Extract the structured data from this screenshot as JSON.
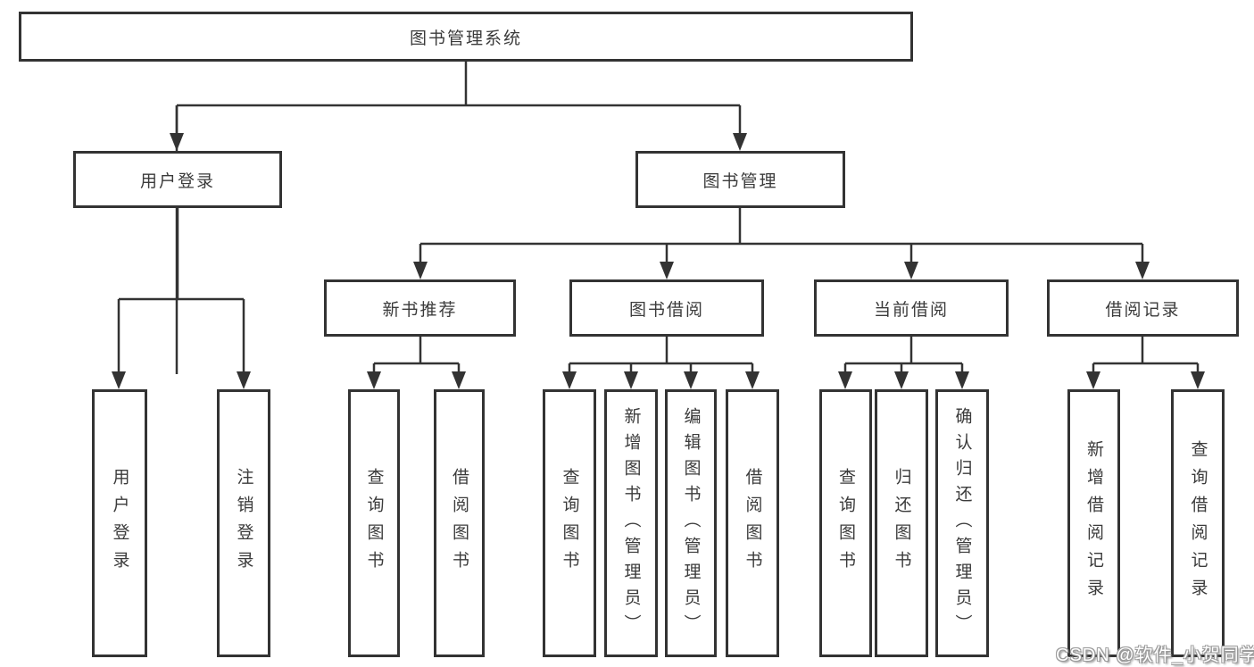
{
  "title": "图书管理系统",
  "watermark": "CSDN @软件_小贺同学",
  "colors": {
    "line": "#333333",
    "text": "#3b3b3b",
    "box_background": "#ffffff",
    "watermark_text": "#ffffff"
  },
  "nodes": {
    "root": {
      "label": "图书管理系统"
    },
    "user_login": {
      "label": "用户登录"
    },
    "book_mgmt": {
      "label": "图书管理"
    },
    "new_book_rec": {
      "label": "新书推荐"
    },
    "book_borrow": {
      "label": "图书借阅"
    },
    "current_borrow": {
      "label": "当前借阅"
    },
    "borrow_record": {
      "label": "借阅记录"
    },
    "user_login_leaf": {
      "label": "用户登录"
    },
    "logout_leaf": {
      "label": "注销登录"
    },
    "query_books_rec": {
      "label": "查询图书"
    },
    "borrow_books_rec": {
      "label": "借阅图书"
    },
    "query_books_borrow": {
      "label": "查询图书"
    },
    "add_books_admin": {
      "label": "新增图书（管理员）"
    },
    "edit_books_admin": {
      "label": "编辑图书（管理员）"
    },
    "borrow_books_borrow": {
      "label": "借阅图书"
    },
    "query_books_current": {
      "label": "查询图书"
    },
    "return_books": {
      "label": "归还图书"
    },
    "confirm_return_admin": {
      "label": "确认归还（管理员）"
    },
    "add_borrow_record": {
      "label": "新增借阅记录"
    },
    "query_borrow_record": {
      "label": "查询借阅记录"
    }
  }
}
